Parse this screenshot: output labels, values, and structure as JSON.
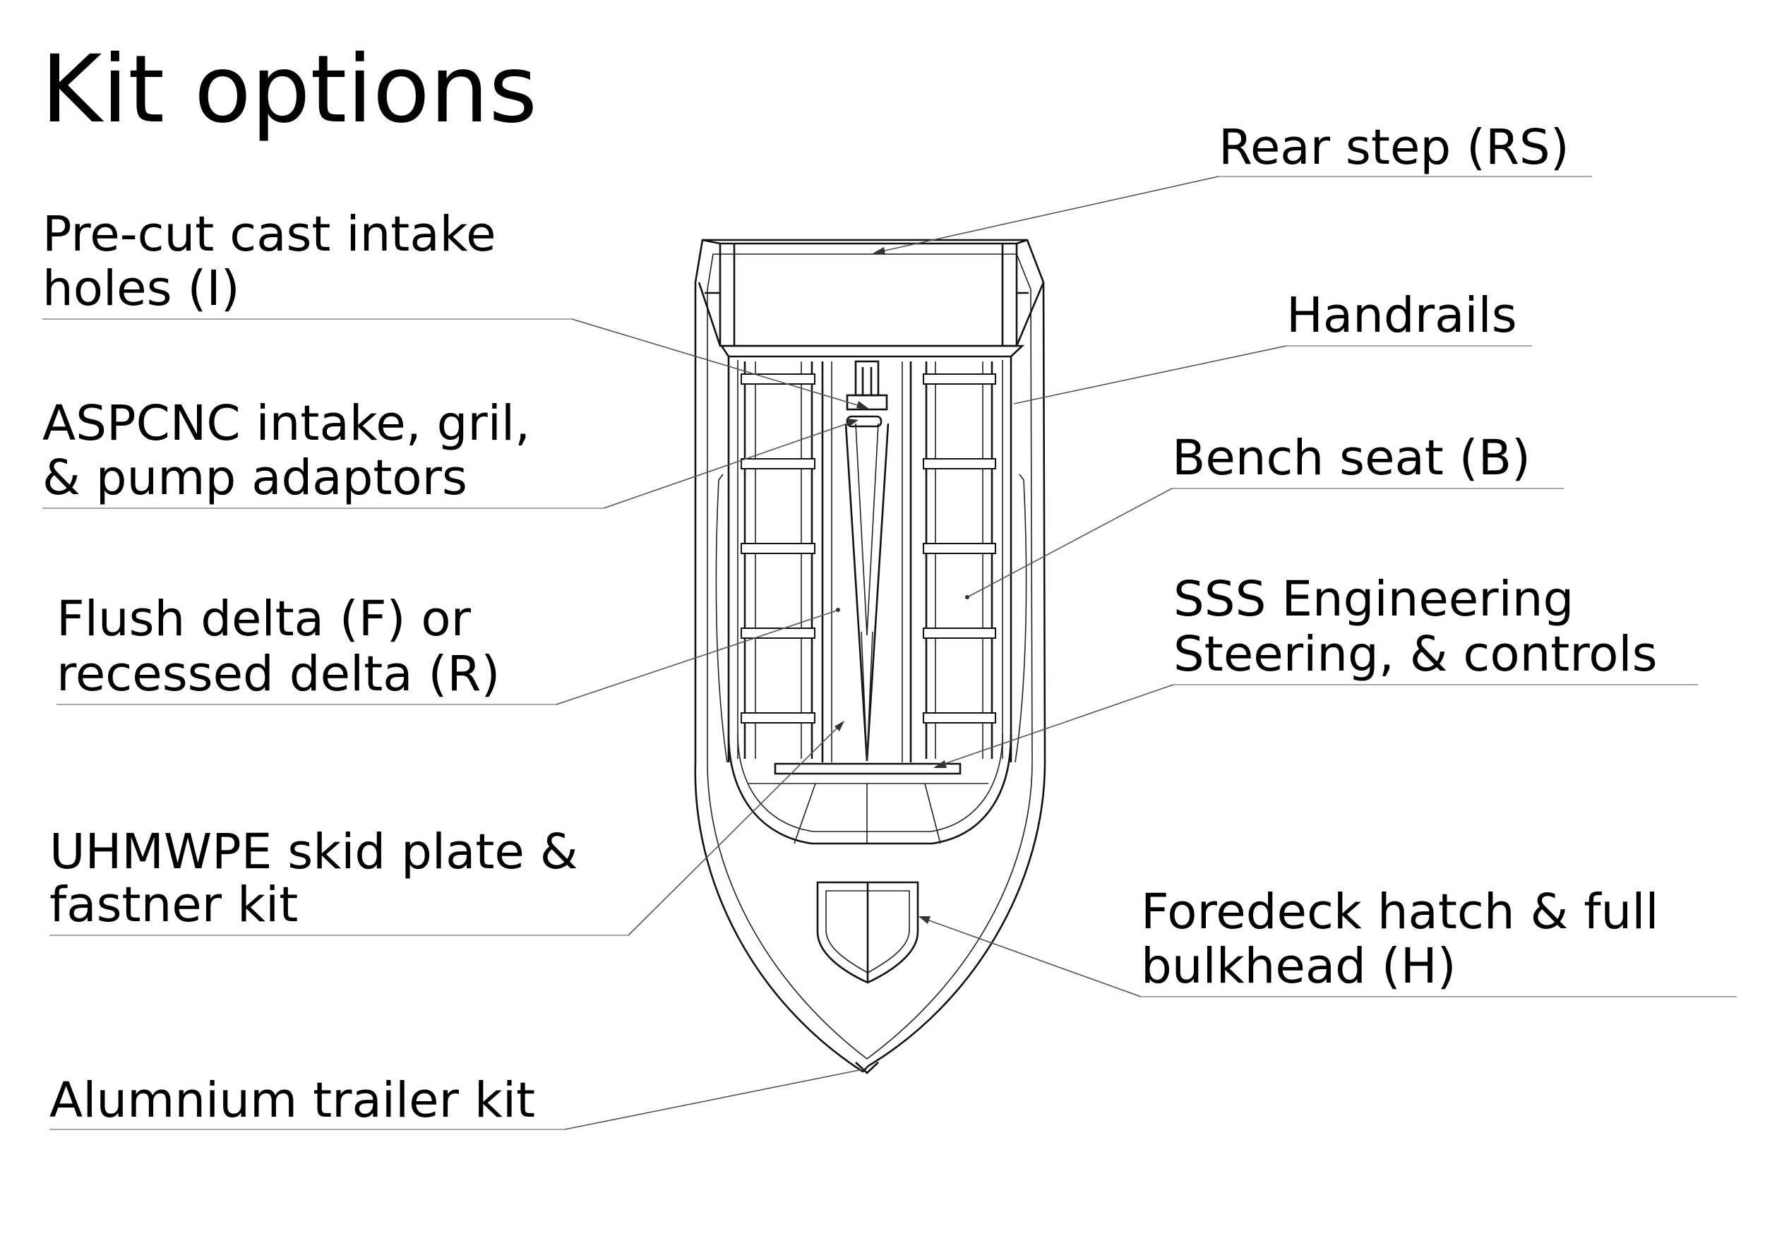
{
  "title": "Kit options",
  "labels": {
    "rear_step": "Rear step (RS)",
    "intake_holes": [
      "Pre-cut cast intake",
      "holes (I)"
    ],
    "aspcnc": [
      "ASPCNC intake, gril,",
      "& pump adaptors"
    ],
    "delta": [
      "Flush delta (F) or",
      "recessed delta (R)"
    ],
    "skid_plate": [
      "UHMWPE skid plate &",
      "fastner kit"
    ],
    "trailer": "Alumnium trailer kit",
    "handrails": "Handrails",
    "bench_seat": "Bench seat (B)",
    "steering": [
      "SSS Engineering",
      "Steering, & controls"
    ],
    "foredeck": [
      "Foredeck hatch & full",
      "bulkhead (H)"
    ]
  }
}
